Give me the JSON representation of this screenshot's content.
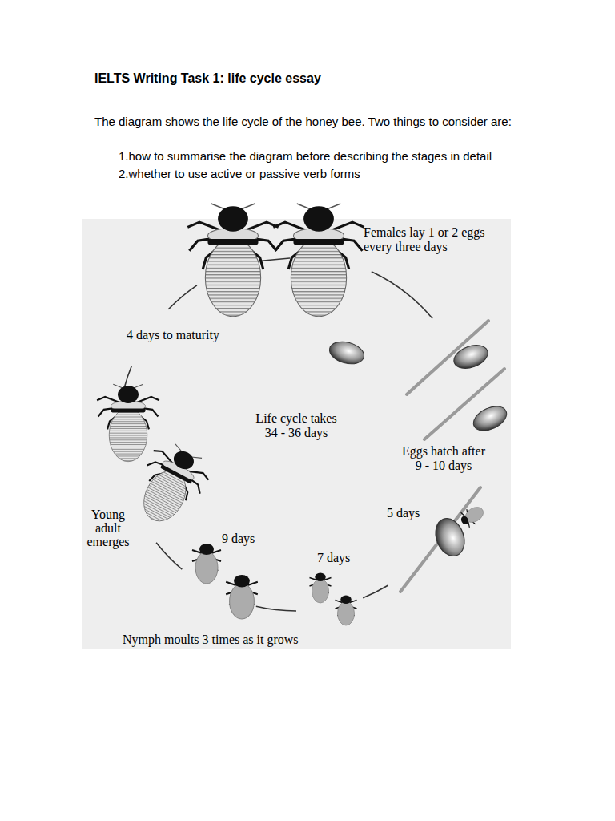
{
  "diagram": {
    "title": "IELTS Writing Task 1: life cycle essay",
    "labels": [
      "The diagram shows the life cycle of the honey bee. Two things to consider are:",
      "1.how to summarise the diagram before describing the stages in detail",
      "2.whether to use active or passive verb forms",
      "Females lay 1 or 2 eggs every three days",
      "4 days to maturity",
      "Life cycle takes 34 - 36 days",
      "Eggs hatch after 9 - 10 days",
      "5 days",
      "Young adult emerges",
      "9 days",
      "7 days",
      "Nymph moults 3 times as it grows"
    ]
  }
}
